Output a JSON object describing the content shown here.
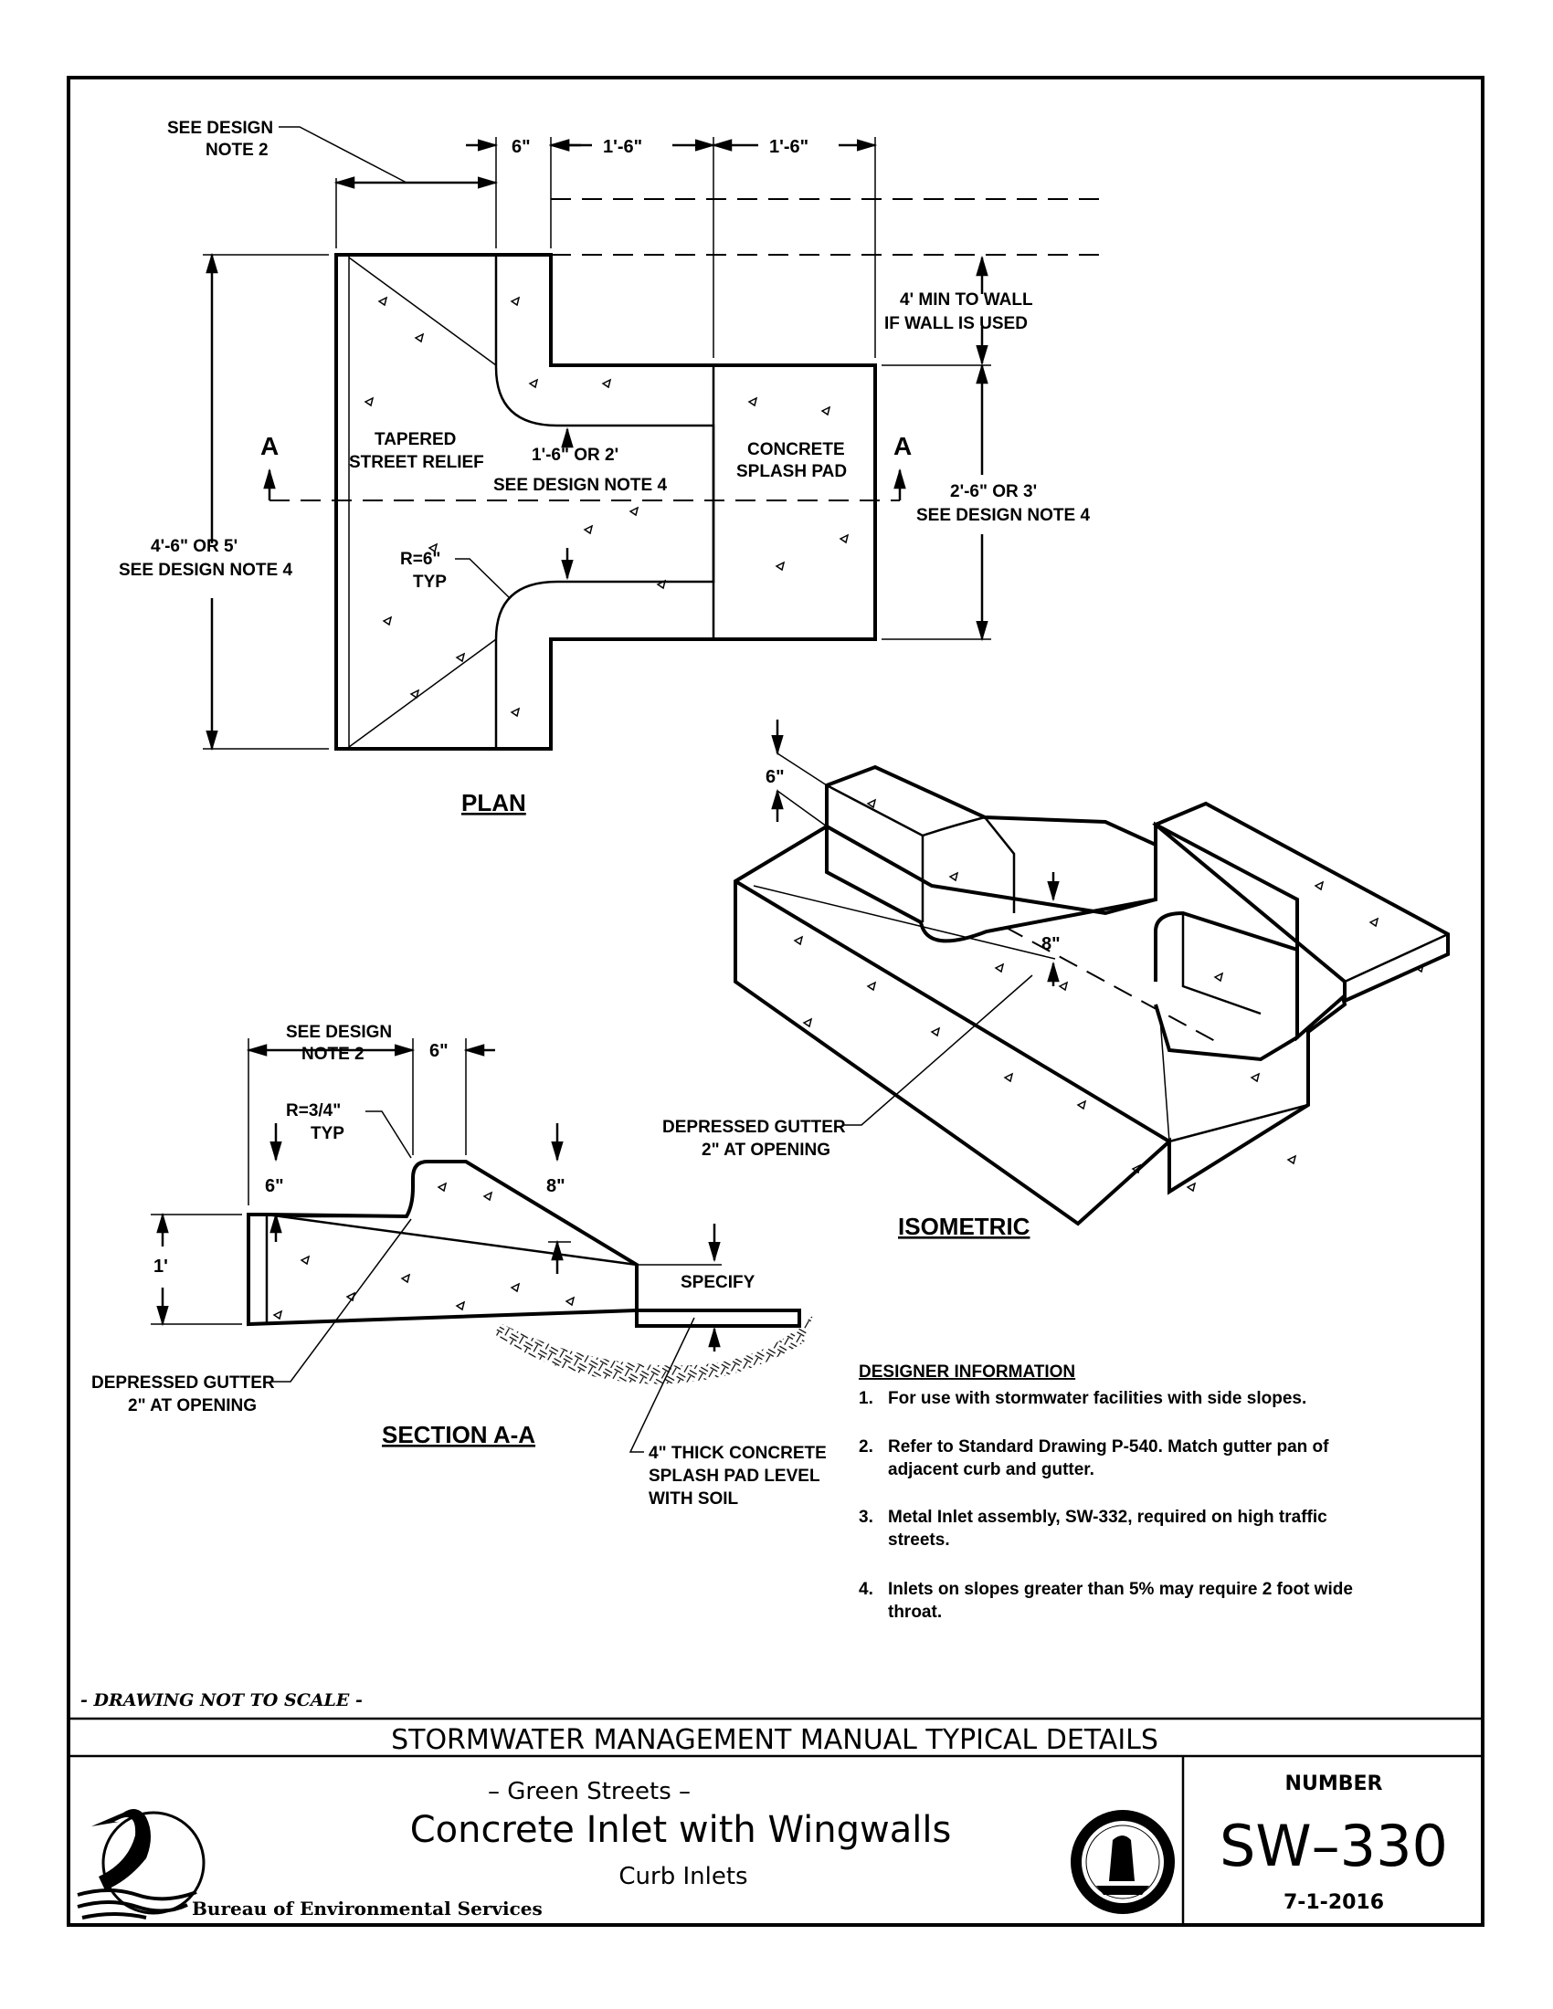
{
  "plan": {
    "title": "PLAN",
    "dim_top": [
      "6\"",
      "1'-6\"",
      "1'-6\""
    ],
    "see_design_note_2": [
      "SEE DESIGN",
      "NOTE 2"
    ],
    "wall_note": [
      "4' MIN TO WALL",
      "IF WALL IS USED"
    ],
    "tapered": [
      "TAPERED",
      "STREET RELIEF"
    ],
    "throat": [
      "1'-6\" OR 2'",
      "SEE DESIGN NOTE 4"
    ],
    "splash": [
      "CONCRETE",
      "SPLASH PAD"
    ],
    "section_mark": "A",
    "right_dim": [
      "2'-6\" OR 3'",
      "SEE DESIGN NOTE 4"
    ],
    "left_dim": [
      "4'-6\" OR 5'",
      "SEE DESIGN NOTE 4"
    ],
    "radius": [
      "R=6\"",
      "TYP"
    ]
  },
  "isometric": {
    "title": "ISOMETRIC",
    "dim_6": "6\"",
    "dim_8": "8\"",
    "gutter": [
      "DEPRESSED GUTTER",
      "2\" AT OPENING"
    ]
  },
  "section": {
    "title": "SECTION A-A",
    "see_design_note_2": [
      "SEE DESIGN",
      "NOTE 2"
    ],
    "dim_6_top": "6\"",
    "radius": [
      "R=3/4\"",
      "TYP"
    ],
    "dim_6_left": "6\"",
    "dim_8": "8\"",
    "dim_1": "1'",
    "specify": "SPECIFY",
    "gutter": [
      "DEPRESSED GUTTER",
      "2\" AT OPENING"
    ],
    "splash_note": [
      "4\" THICK CONCRETE",
      "SPLASH PAD LEVEL",
      "WITH SOIL"
    ]
  },
  "designer_info": {
    "heading": "DESIGNER INFORMATION",
    "notes": [
      [
        "1.",
        "For use with stormwater facilities with side slopes."
      ],
      [
        "2.",
        "Refer to Standard Drawing P-540. Match gutter pan of",
        "adjacent curb and gutter."
      ],
      [
        "3.",
        "Metal Inlet assembly, SW-332, required on high traffic",
        "streets."
      ],
      [
        "4.",
        "Inlets on slopes greater than 5% may require 2 foot wide",
        "throat."
      ]
    ]
  },
  "not_to_scale": "- DRAWING NOT TO SCALE -",
  "title_block": {
    "header": "STORMWATER MANAGEMENT MANUAL TYPICAL DETAILS",
    "category": "– Green Streets –",
    "title": "Concrete Inlet with Wingwalls",
    "subtitle": "Curb Inlets",
    "bureau": "Bureau of Environmental Services",
    "number_label": "NUMBER",
    "number": "SW–330",
    "date": "7-1-2016"
  }
}
